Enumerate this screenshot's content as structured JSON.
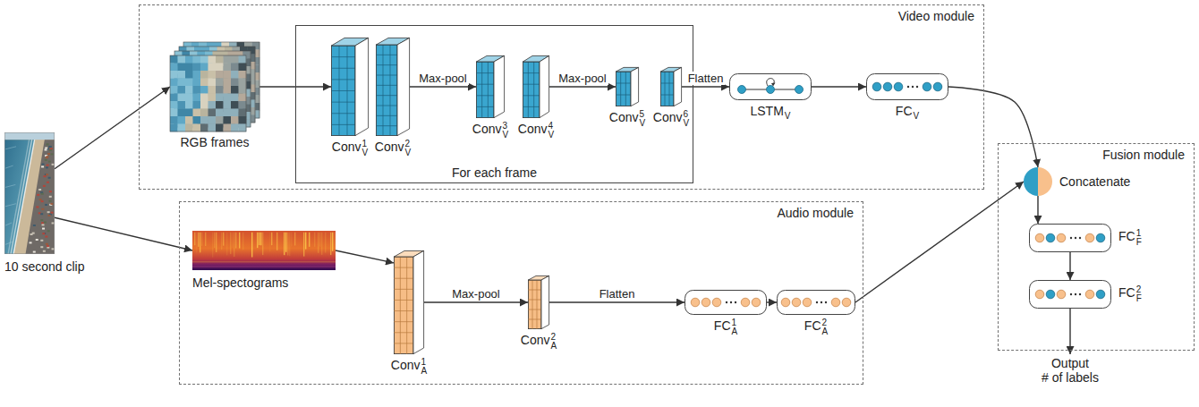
{
  "diagram": {
    "nodes": [
      {
        "text": [
          "10 second clip"
        ]
      },
      {
        "text": [
          "Video module"
        ]
      },
      {
        "text": [
          "RGB frames"
        ],
        "in": 1
      },
      {
        "text": [
          "For each frame"
        ],
        "in": 1
      },
      {
        "text": [
          "Conv",
          "V",
          "1"
        ],
        "in": 3
      },
      {
        "text": [
          "Conv",
          "V",
          "2"
        ],
        "in": 3
      },
      {
        "text": [
          "Conv",
          "V",
          "3"
        ],
        "in": 3
      },
      {
        "text": [
          "Conv",
          "V",
          "4"
        ],
        "in": 3
      },
      {
        "text": [
          "Conv",
          "V",
          "5"
        ],
        "in": 3
      },
      {
        "text": [
          "Conv",
          "V",
          "6"
        ],
        "in": 3
      },
      {
        "text": [
          "LSTM",
          "V"
        ],
        "in": 1
      },
      {
        "text": [
          "FC",
          "V"
        ],
        "in": 1
      },
      {
        "text": [
          "Audio module"
        ]
      },
      {
        "text": [
          "Mel-spectograms"
        ],
        "in": 12
      },
      {
        "text": [
          "Conv",
          "A",
          "1"
        ],
        "in": 12
      },
      {
        "text": [
          "Conv",
          "A",
          "2"
        ],
        "in": 12
      },
      {
        "text": [
          "FC",
          "A",
          "1"
        ],
        "in": 12
      },
      {
        "text": [
          "FC",
          "A",
          "2"
        ],
        "in": 12
      },
      {
        "text": [
          "Fusion module"
        ]
      },
      {
        "text": [
          "Concatenate"
        ],
        "in": 18
      },
      {
        "text": [
          "FC",
          "F",
          "1"
        ],
        "in": 18
      },
      {
        "text": [
          "FC",
          "F",
          "2"
        ],
        "in": 18
      }
    ],
    "edges": [
      {
        "from": 0,
        "to": 2,
        "arrow": "to"
      },
      {
        "from": 0,
        "to": 13,
        "arrow": "to"
      },
      {
        "from": 2,
        "to": 4,
        "arrow": "to"
      },
      {
        "from": 5,
        "to": 6,
        "label": "Max-pool",
        "arrow": "to"
      },
      {
        "from": 7,
        "to": 8,
        "label": "Max-pool",
        "arrow": "to"
      },
      {
        "from": 9,
        "to": 10,
        "label": "Flatten",
        "arrow": "to"
      },
      {
        "from": 10,
        "to": 11,
        "arrow": "to"
      },
      {
        "from": 11,
        "to": 19,
        "arrow": "to"
      },
      {
        "from": 13,
        "to": 14,
        "arrow": "to"
      },
      {
        "from": 14,
        "to": 15,
        "label": "Max-pool",
        "arrow": "to"
      },
      {
        "from": 15,
        "to": 16,
        "label": "Flatten",
        "arrow": "to"
      },
      {
        "from": 16,
        "to": 17,
        "arrow": "to"
      },
      {
        "from": 17,
        "to": 19,
        "arrow": "to"
      },
      {
        "from": 19,
        "to": 20,
        "arrow": "to"
      },
      {
        "from": 20,
        "to": 21,
        "arrow": "to"
      }
    ],
    "labels": [
      "Output",
      "# of labels"
    ]
  }
}
